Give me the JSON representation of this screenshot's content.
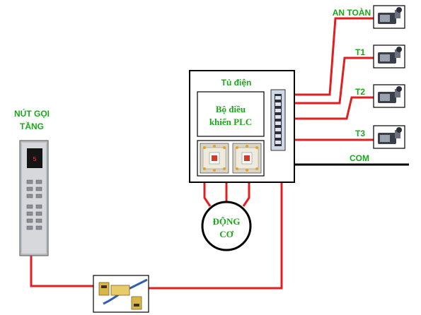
{
  "call_panel": {
    "title_line1": "NÚT GỌI",
    "title_line2": "TẦNG",
    "display_digits": "5"
  },
  "cabinet": {
    "title": "Tủ điện"
  },
  "plc": {
    "line1": "Bộ điều",
    "line2": "khiển PLC"
  },
  "motor": {
    "line1": "ĐỘNG",
    "line2": "CƠ"
  },
  "switches": [
    {
      "label": "AN TOÀN"
    },
    {
      "label": "T1"
    },
    {
      "label": "T2"
    },
    {
      "label": "T3"
    }
  ],
  "com": {
    "label": "COM"
  },
  "colors": {
    "wire": "#e02020",
    "label": "#18a818",
    "line": "#000000"
  }
}
